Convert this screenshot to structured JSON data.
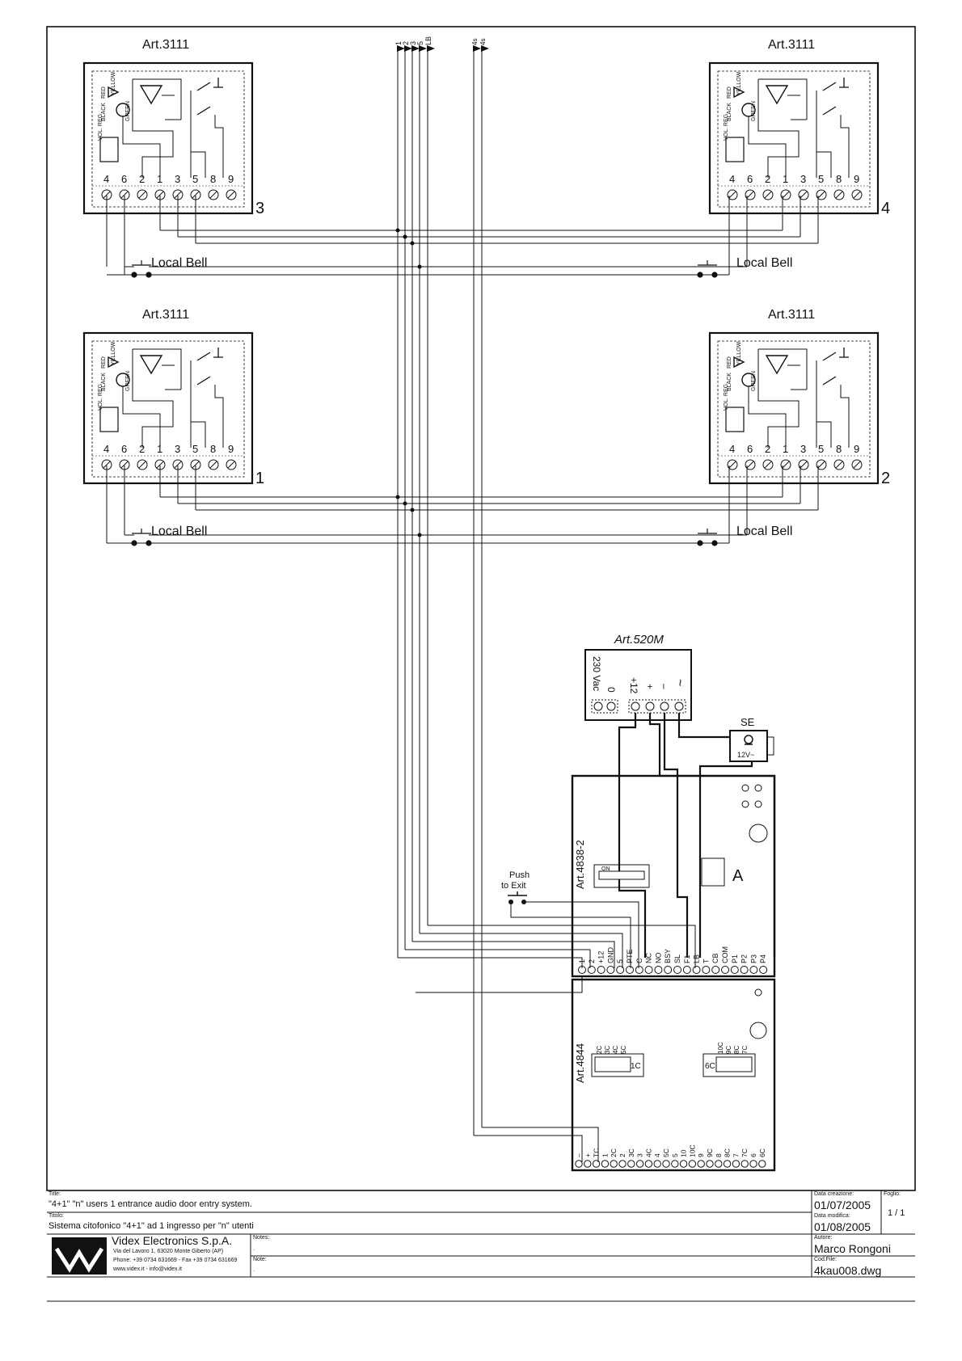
{
  "bus_labels": [
    "1",
    "2",
    "3",
    "5",
    "LB",
    "4s",
    "4s"
  ],
  "local_bell_label": "Local Bell",
  "stations": [
    {
      "model": "Art.3111",
      "number": "3"
    },
    {
      "model": "Art.3111",
      "number": "4"
    },
    {
      "model": "Art.3111",
      "number": "1"
    },
    {
      "model": "Art.3111",
      "number": "2"
    }
  ],
  "station_terminals": [
    "4",
    "6",
    "2",
    "1",
    "3",
    "5",
    "8",
    "9"
  ],
  "station_wire_labels": {
    "red": "RED",
    "yellow": "YELLOW",
    "black": "BLACK",
    "green": "GREEN",
    "vol_reg": "VOL. REG."
  },
  "power_supply": {
    "model": "Art.520M",
    "label_230": "230 Vac",
    "terminals": [
      "0",
      "+12",
      "+",
      "–",
      "~"
    ]
  },
  "lock": {
    "label": "SE",
    "voltage": "12V~"
  },
  "push_to_exit": "Push\nto Exit",
  "panel": {
    "model": "Art.4838-2",
    "dip_label": "ON",
    "button_label": "A",
    "terminals": [
      "1",
      "2",
      "+12",
      "GND",
      "5",
      "PTE",
      "C",
      "NC",
      "NO",
      "BSY",
      "SL",
      "F1",
      "LB",
      "T",
      "CB",
      "COM",
      "P1",
      "P2",
      "P3",
      "P4"
    ]
  },
  "expander": {
    "model": "Art.4844",
    "dip1_labels": [
      "2C",
      "3C",
      "4C",
      "5C"
    ],
    "dip1_side": "1C",
    "dip2_labels": [
      "10C",
      "9C",
      "8C",
      "7C"
    ],
    "dip2_side": "6C",
    "terminals": [
      "–",
      "+",
      "TC",
      "1",
      "2C",
      "2",
      "3C",
      "3",
      "4C",
      "4",
      "5C",
      "5",
      "10",
      "10C",
      "9",
      "9C",
      "8",
      "8C",
      "7",
      "7C",
      "6",
      "6C"
    ]
  },
  "title_block": {
    "title_label": "Title:",
    "title": "\"4+1\" \"n\" users 1 entrance audio door entry system.",
    "titolo_label": "Titolo:",
    "titolo": "Sistema citofonico \"4+1\" ad 1 ingresso per \"n\" utenti",
    "company": "Videx Electronics S.p.A.",
    "address": "Via del Lavoro 1, 63020 Monte Giberto (AP)",
    "phone": "Phone: +39 0734 631669 - Fax +39 0734 631669",
    "web": "www.videx.it - info@videx.it",
    "notes_label": "Notes:",
    "note_label": "Note:",
    "notes_value": ".",
    "note_value": ".",
    "created_label": "Data creazione:",
    "created": "01/07/2005",
    "modified_label": "Data modifica:",
    "modified": "01/08/2005",
    "author_label": "Autore:",
    "author": "Marco Rongoni",
    "file_label": "Cod.File:",
    "file": "4kau008.dwg",
    "sheet_label": "Foglio:",
    "sheet": "1 / 1"
  }
}
